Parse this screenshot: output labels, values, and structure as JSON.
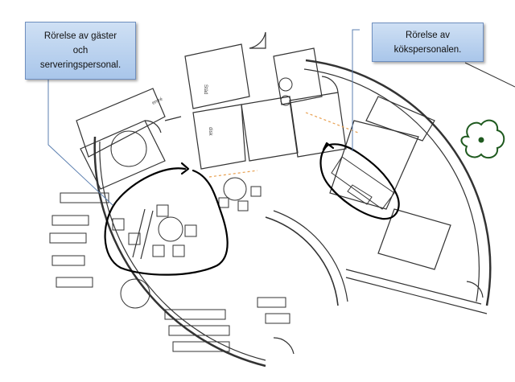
{
  "callouts": {
    "guests": {
      "line1": "Rörelse av gäster",
      "line2": "och",
      "line3": "serveringspersonal."
    },
    "kitchen": {
      "line1": "Rörelse av",
      "line2": "kökspersonalen."
    }
  },
  "plan_labels": {
    "room_a": "Städ",
    "room_b": "entré",
    "room_c": "disk"
  },
  "colors": {
    "callout_fill": "#b8d0ef",
    "callout_border": "#6f8fbf",
    "plan_line": "#333333",
    "movement_line": "#000000",
    "tree_green": "#1f5a1f",
    "door_dash": "#e8a050"
  }
}
